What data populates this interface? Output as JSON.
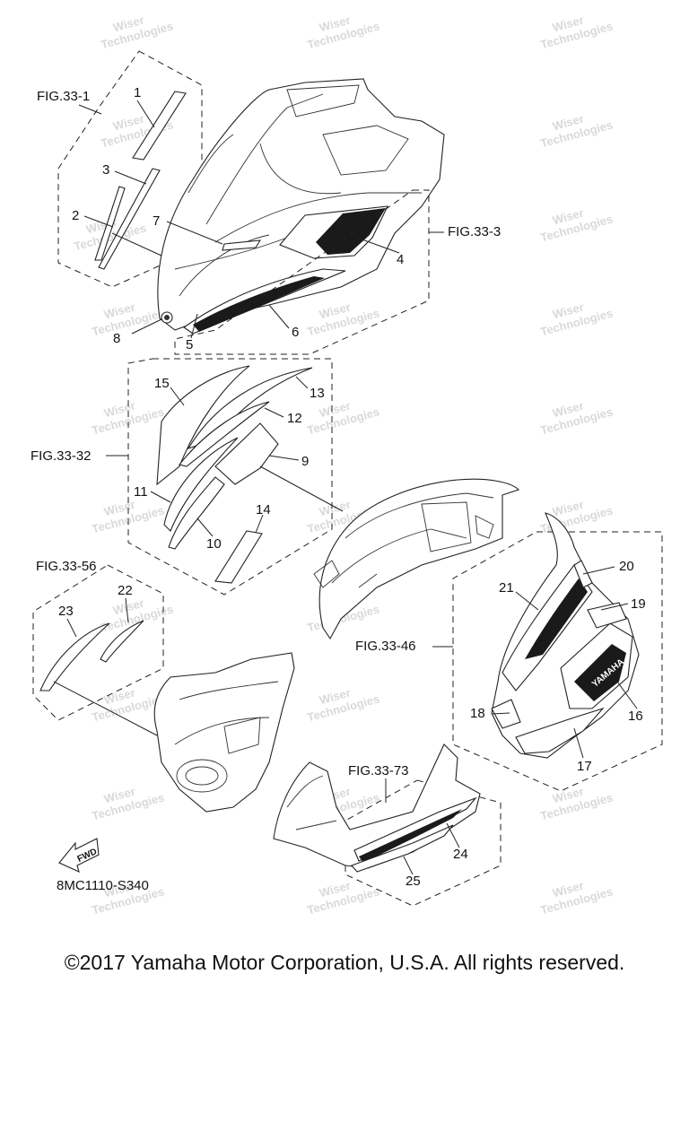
{
  "watermark": "Wiser Technologies",
  "copyright": "©2017 Yamaha Motor Corporation, U.S.A. All rights reserved.",
  "diagram_code": "8MC1110-S340",
  "fwd_label": "FWD",
  "brand_text": "YAMAHA",
  "figure_refs": {
    "fig_33_1": "FIG.33-1",
    "fig_33_3": "FIG.33-3",
    "fig_33_32": "FIG.33-32",
    "fig_33_56": "FIG.33-56",
    "fig_33_46": "FIG.33-46",
    "fig_33_73": "FIG.33-73"
  },
  "callouts": {
    "c1": "1",
    "c2": "2",
    "c3": "3",
    "c4": "4",
    "c5": "5",
    "c6": "6",
    "c7": "7",
    "c8": "8",
    "c9": "9",
    "c10": "10",
    "c11": "11",
    "c12": "12",
    "c13": "13",
    "c14": "14",
    "c15": "15",
    "c16": "16",
    "c17": "17",
    "c18": "18",
    "c19": "19",
    "c20": "20",
    "c21": "21",
    "c22": "22",
    "c23": "23",
    "c24": "24",
    "c25": "25"
  }
}
